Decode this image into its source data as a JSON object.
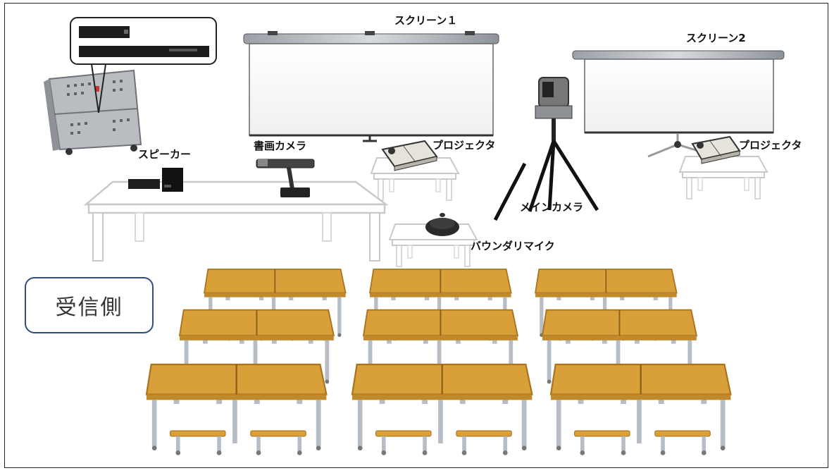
{
  "labels": {
    "screen1": "スクリーン１",
    "screen2": "スクリーン2",
    "speaker": "スピーカー",
    "doc_camera": "書画カメラ",
    "projector1": "プロジェクタ",
    "projector2": "プロジェクタ",
    "main_camera": "メインカメラ",
    "boundary_mic": "バウンダリマイク",
    "receiver_side": "受信側"
  },
  "colors": {
    "desk_top": "#d9a03a",
    "desk_edge": "#a8751e",
    "chair_frame": "#b7bdc4",
    "outline": "#222222",
    "box_border": "#2f4f7f"
  }
}
